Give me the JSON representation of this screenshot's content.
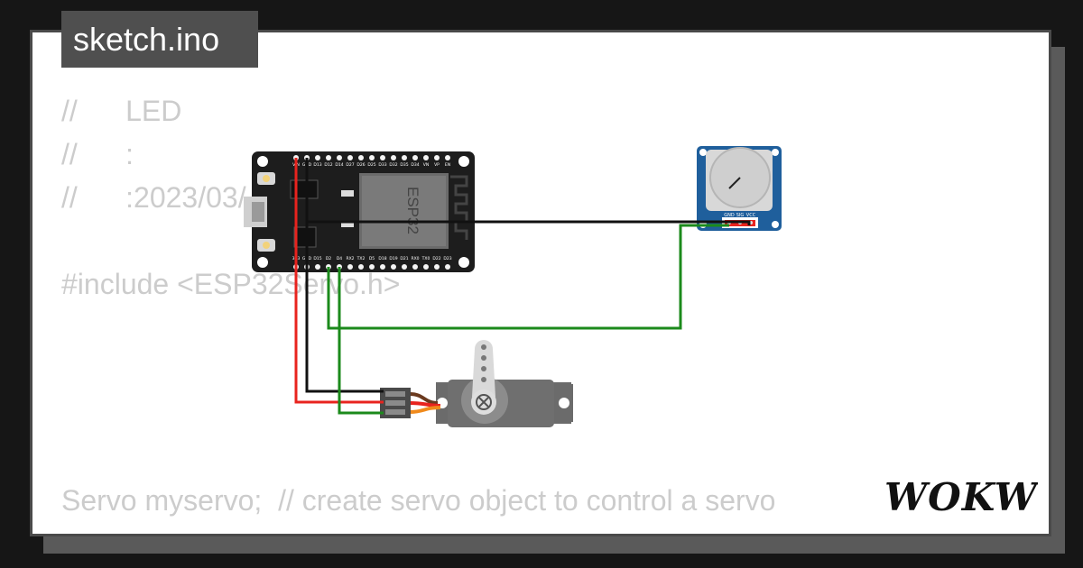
{
  "tab": {
    "filename": "sketch.ino"
  },
  "code": {
    "lines": [
      "//      LED",
      "//      :",
      "//      :2023/03/",
      "#include <ESP32Servo.h>",
      "Servo myservo;  // create servo object to control a servo"
    ]
  },
  "esp32": {
    "chip_label": "ESP32",
    "top_pins": [
      "VIN",
      "GND",
      "D13",
      "D12",
      "D14",
      "D27",
      "D26",
      "D25",
      "D33",
      "D32",
      "D35",
      "D34",
      "VN",
      "VP",
      "EN"
    ],
    "bottom_pins": [
      "3V3",
      "GND",
      "D15",
      "D2",
      "D4",
      "RX2",
      "TX2",
      "D5",
      "D18",
      "D19",
      "D21",
      "RX0",
      "TX0",
      "D22",
      "D23"
    ]
  },
  "potentiometer": {
    "pins": [
      "GND",
      "SIG",
      "VCC"
    ]
  },
  "brand": {
    "name": "WOKWi"
  },
  "colors": {
    "wire_red": "#e8231e",
    "wire_black": "#111111",
    "wire_green": "#1b8a1b",
    "pot_board": "#1f5f9c",
    "code_text": "#cccccc",
    "tab_bg": "#4f4f4f"
  }
}
